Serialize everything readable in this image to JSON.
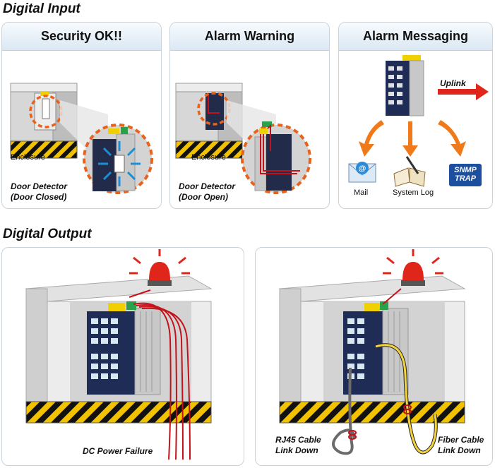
{
  "digital_input": {
    "title": "Digital Input",
    "panels": [
      {
        "header": "Security OK!!",
        "enclosure_label": "Enclosure",
        "detector_line1": "Door Detector",
        "detector_line2": "(Door Closed)"
      },
      {
        "header": "Alarm Warning",
        "enclosure_label": "Enclosure",
        "detector_line1": "Door Detector",
        "detector_line2": "(Door Open)"
      },
      {
        "header": "Alarm Messaging",
        "uplink_label": "Uplink",
        "mail_label": "Mail",
        "syslog_label": "System Log",
        "snmp_line1": "SNMP",
        "snmp_line2": "TRAP"
      }
    ]
  },
  "digital_output": {
    "title": "Digital Output",
    "left": {
      "failure_label": "DC Power Failure"
    },
    "right": {
      "rj45_line1": "RJ45 Cable",
      "rj45_line2": "Link Down",
      "fiber_line1": "Fiber Cable",
      "fiber_line2": "Link Down"
    }
  },
  "colors": {
    "panel_border": "#c9d3dc",
    "header_gradient_bottom": "#dbe8f3",
    "alarm_red": "#e0261b",
    "dash_orange": "#e8621c",
    "switch_navy": "#1f2d56",
    "hazard_yellow": "#f2c200",
    "cable_red": "#c4121a",
    "cable_yellow": "#f3d43c"
  }
}
